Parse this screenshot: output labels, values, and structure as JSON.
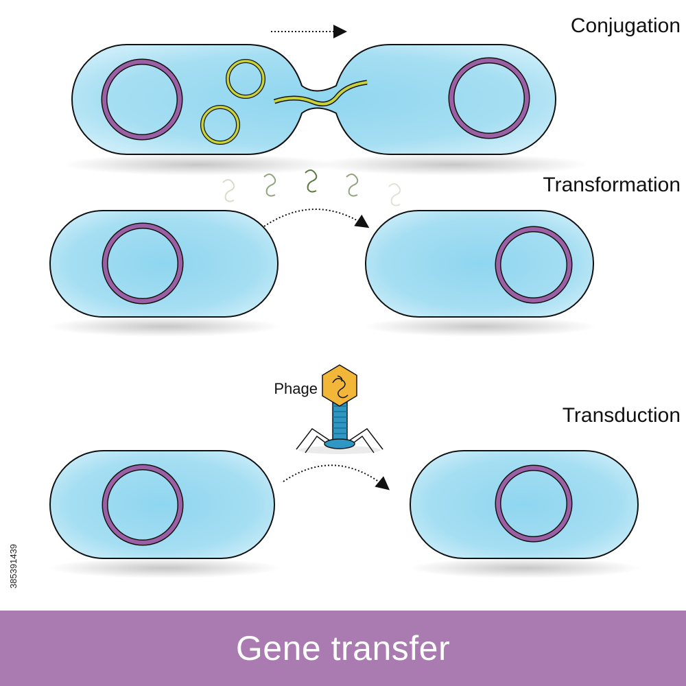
{
  "colors": {
    "cell_fill": "#a7def0",
    "cell_stroke": "#111111",
    "chromosome": "#9b5fa3",
    "plasmid": "#c8d33a",
    "phage_head": "#f2b638",
    "phage_tail": "#2f97c4",
    "footer_band": "#a97bb0"
  },
  "labels": {
    "conjugation": "Conjugation",
    "transformation": "Transformation",
    "transduction": "Transduction",
    "phage": "Phage"
  },
  "footer": {
    "title": "Gene transfer"
  },
  "stock_id": "385391439"
}
